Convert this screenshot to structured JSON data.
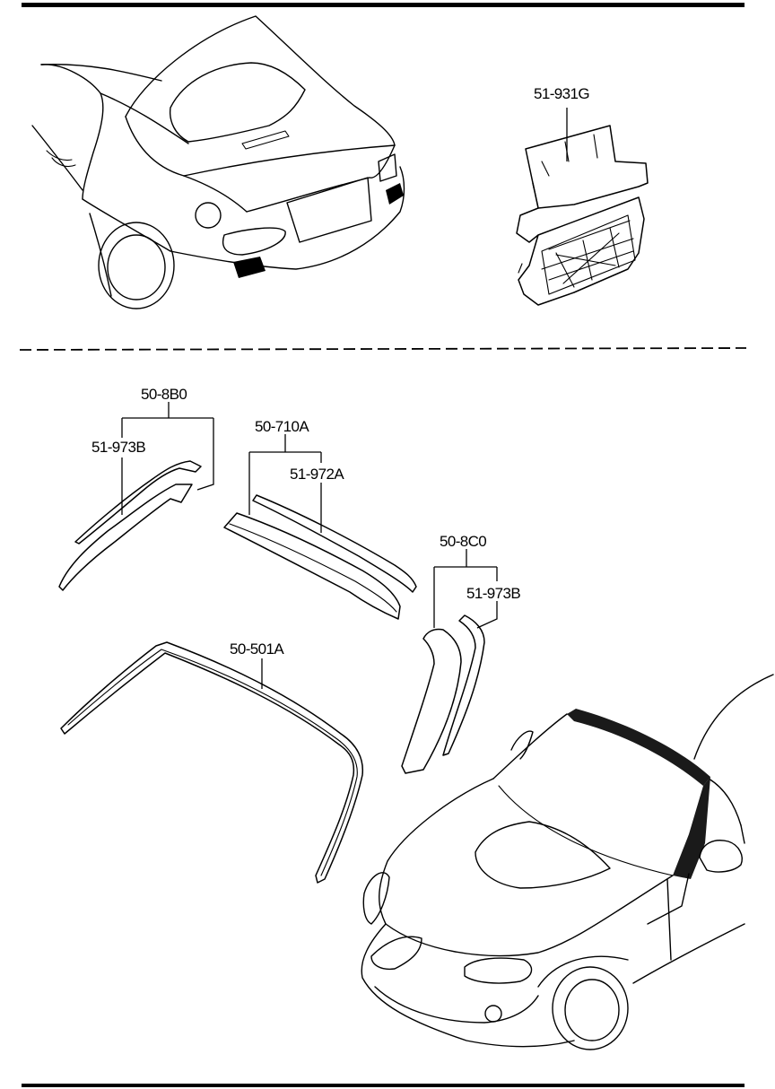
{
  "labels": {
    "p_51_931G": "51-931G",
    "p_50_8B0": "50-8B0",
    "p_51_973B_left": "51-973B",
    "p_50_710A": "50-710A",
    "p_51_972A": "51-972A",
    "p_50_8C0": "50-8C0",
    "p_51_973B_right": "51-973B",
    "p_50_501A": "50-501A"
  },
  "colors": {
    "line": "#000000",
    "background": "#ffffff",
    "highlight": "#1a1a1a"
  }
}
